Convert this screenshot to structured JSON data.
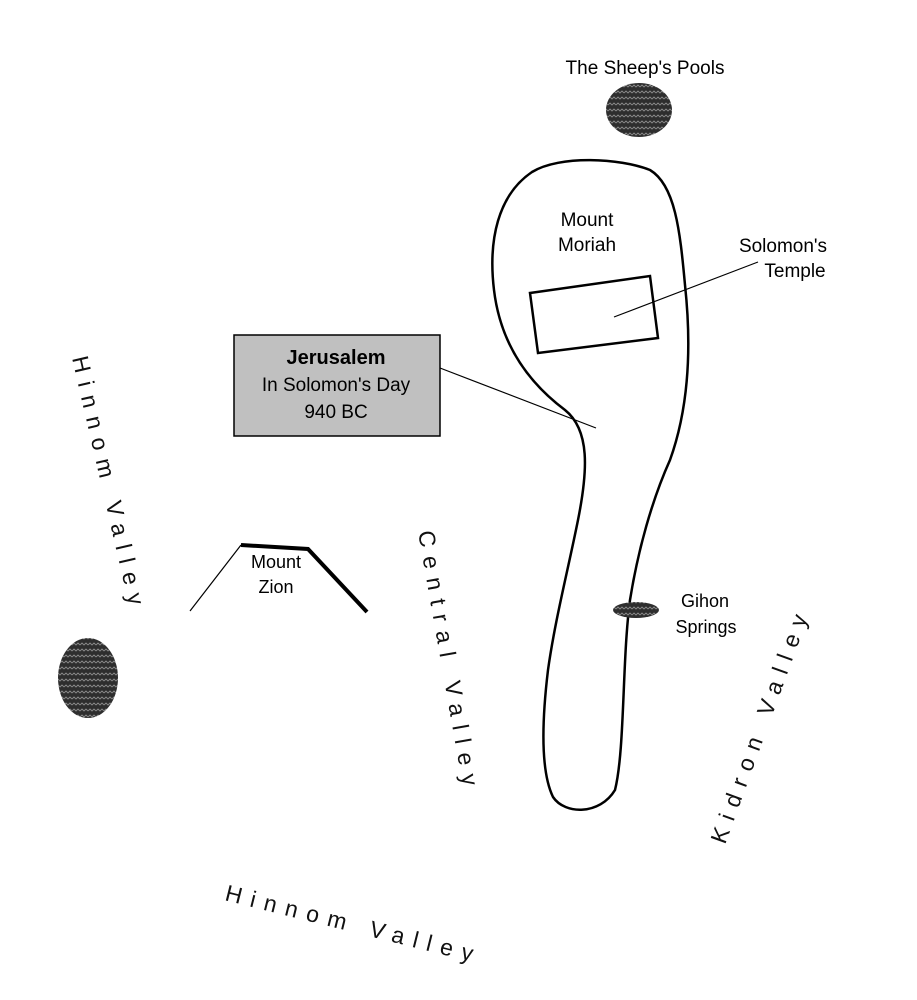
{
  "map": {
    "title_box": {
      "title": "Jerusalem",
      "subtitle": "In Solomon's Day",
      "date": "940 BC"
    },
    "places": {
      "sheeps_pools": "The Sheep's Pools",
      "mount_moriah_line1": "Mount",
      "mount_moriah_line2": "Moriah",
      "solomons_temple_line1": "Solomon's",
      "solomons_temple_line2": "Temple",
      "mount_zion_line1": "Mount",
      "mount_zion_line2": "Zion",
      "gihon_line1": "Gihon",
      "gihon_line2": "Springs"
    },
    "valleys": {
      "hinnom_west": "Hinnom Valley",
      "hinnom_south": "Hinnom Valley",
      "central": "Central Valley",
      "kidron": "Kidron Valley"
    },
    "colors": {
      "ink": "#000000",
      "box_fill": "#c0c0c0",
      "pool_fill": "#3a3a3a"
    }
  }
}
